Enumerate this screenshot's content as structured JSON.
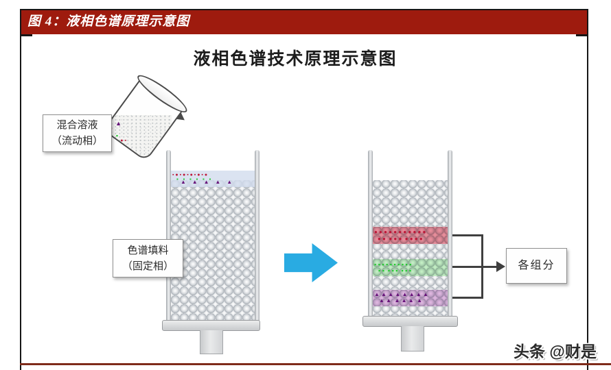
{
  "figure": {
    "header_label": "图 4：液相色谱原理示意图",
    "title": "液相色谱技术原理示意图",
    "watermark": "头条 @财是"
  },
  "boxes": {
    "mixture": {
      "line1": "混合溶液",
      "line2": "（流动相）"
    },
    "packing": {
      "line1": "色谱填料",
      "line2": "（固定相）"
    },
    "components": {
      "label": "各组分"
    }
  },
  "colors": {
    "header_bg": "#9e1b0e",
    "frame_border": "#161616",
    "bottom_rule": "#7e2b1a",
    "arrow_blue": "#29abe2",
    "connector": "#3f3f3f",
    "particle_red": "#bd1637",
    "particle_green": "#23cb30",
    "particle_purple": "#67137a",
    "band_red_tint": "rgba(228,71,94,0.6)",
    "band_green_tint": "rgba(110,225,110,0.38)",
    "band_purple_tint": "rgba(205,130,205,0.55)",
    "liquid_tint": "rgba(210,220,238,0.8)"
  },
  "particles": {
    "beaker_red_row": "▪ ● ▪  ● ▪",
    "beaker_green_row": "▪  ▪  ▪  ▪",
    "beaker_purple_row": "▲  ▲  ▲",
    "mixture_red_row": "▪ ● ▪ ● ▪ ● ▪ ● ▪ ●",
    "mixture_green_row": "▪   ▪   ▪   ▪   ▪   ▪",
    "mixture_purple_row": "▲    ▲    ▲    ▲    ▲",
    "red_band_row1": "● ● ● ● ● ● ● ● ● ● ●",
    "red_band_row2": "● ●  ● ● ●  ● ● ● ●",
    "green_band_row1": "▪ ▪ ▪ ▪ ▪ ▪ ▪ ▪ ▪ ▪",
    "green_band_row2": "▪ ▪  ▪ ▪ ▪  ▪ ▪ ▪",
    "purple_band_row1": "▲ ▲ ▲ ▲ ▲ ▲ ▲ ▲",
    "purple_band_row2": "▲ ▲  ▲ ▲ ▲  ▲"
  }
}
